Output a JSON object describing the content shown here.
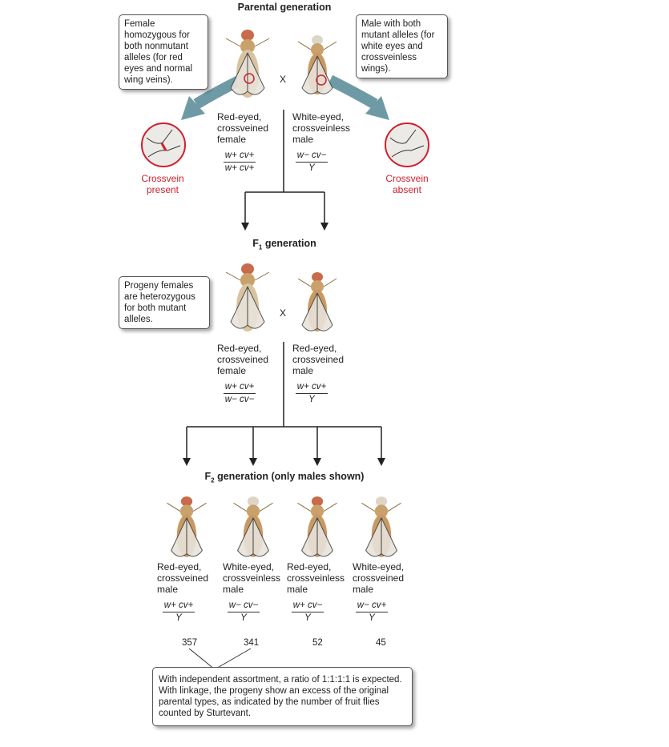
{
  "titles": {
    "parental": "Parental generation",
    "f1": "F1 generation",
    "f1_sub": "1",
    "f2": "F2 generation (only males shown)",
    "f2_sub": "2"
  },
  "callouts": {
    "female_parent": "Female homozygous for both nonmutant alleles (for red eyes and normal wing veins).",
    "male_parent": "Male with both mutant alleles (for white eyes and crossveinless wings).",
    "progeny_females": "Progeny females are heterozygous for both mutant alleles.",
    "bottom_note": "With independent assortment, a ratio of 1:1:1:1 is expected. With linkage, the progeny show an excess of the original parental types, as indicated by the number of fruit flies counted by Sturtevant."
  },
  "cross_symbol": "X",
  "zoom_labels": {
    "left": "Crossvein present",
    "right": "Crossvein absent"
  },
  "parental": {
    "female": {
      "desc": "Red-eyed, crossveined female",
      "geno_top": "w+ cv+",
      "geno_bottom": "w+ cv+"
    },
    "male": {
      "desc": "White-eyed, crossveinless male",
      "geno_top": "w− cv−",
      "geno_bottom": "Y"
    }
  },
  "f1": {
    "female": {
      "desc": "Red-eyed, crossveined female",
      "geno_top": "w+ cv+",
      "geno_bottom": "w− cv−"
    },
    "male": {
      "desc": "Red-eyed, crossveined male",
      "geno_top": "w+ cv+",
      "geno_bottom": "Y"
    }
  },
  "f2": [
    {
      "desc": "Red-eyed, crossveined male",
      "geno_top": "w+ cv+",
      "geno_bottom": "Y",
      "count": "357"
    },
    {
      "desc": "White-eyed, crossveinless male",
      "geno_top": "w− cv−",
      "geno_bottom": "Y",
      "count": "341"
    },
    {
      "desc": "Red-eyed, crossveinless male",
      "geno_top": "w+ cv−",
      "geno_bottom": "Y",
      "count": "52"
    },
    {
      "desc": "White-eyed, crossveined male",
      "geno_top": "w− cv+",
      "geno_bottom": "Y",
      "count": "45"
    }
  ],
  "colors": {
    "accent_red": "#d0202e",
    "arrow_teal": "#6e9aa6",
    "fly_body": "#c9a16a"
  }
}
